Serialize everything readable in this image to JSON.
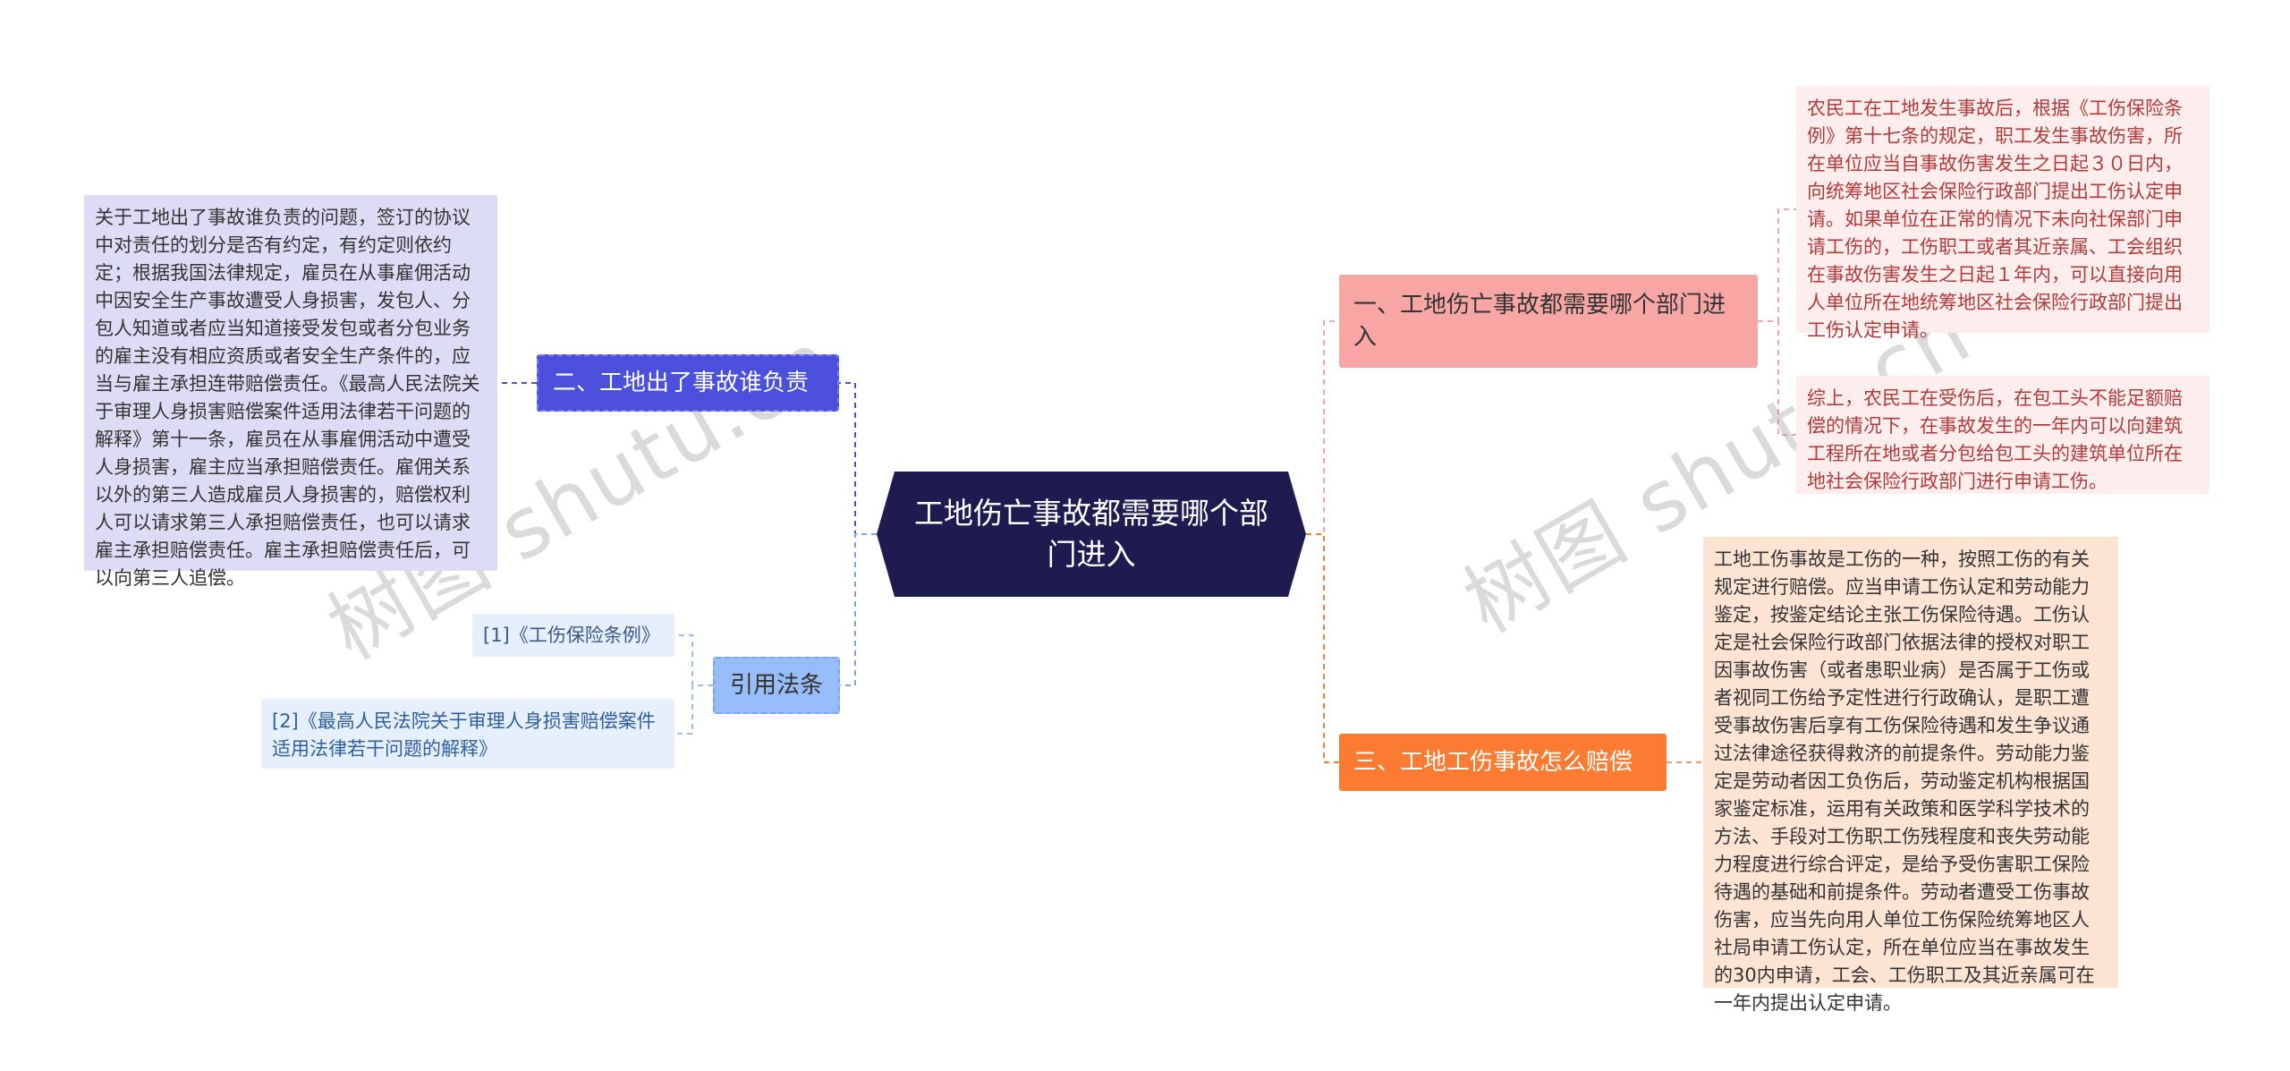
{
  "root": {
    "title": "工地伤亡事故都需要哪个部门进入"
  },
  "branches": {
    "b1": {
      "label": "一、工地伤亡事故都需要哪个部门进入"
    },
    "b2": {
      "label": "二、工地出了事故谁负责"
    },
    "b3": {
      "label": "三、工地工伤事故怎么赔偿"
    },
    "b4": {
      "label": "引用法条"
    }
  },
  "leaves": {
    "b1_1": "农民工在工地发生事故后，根据《工伤保险条例》第十七条的规定，职工发生事故伤害，所在单位应当自事故伤害发生之日起３０日内，向统筹地区社会保险行政部门提出工伤认定申请。如果单位在正常的情况下未向社保部门申请工伤的，工伤职工或者其近亲属、工会组织在事故伤害发生之日起１年内，可以直接向用人单位所在地统筹地区社会保险行政部门提出工伤认定申请。",
    "b1_2": "综上，农民工在受伤后，在包工头不能足额赔偿的情况下，在事故发生的一年内可以向建筑工程所在地或者分包给包工头的建筑单位所在地社会保险行政部门进行申请工伤。",
    "b2_1": "关于工地出了事故谁负责的问题，签订的协议中对责任的划分是否有约定，有约定则依约定；根据我国法律规定，雇员在从事雇佣活动中因安全生产事故遭受人身损害，发包人、分包人知道或者应当知道接受发包或者分包业务的雇主没有相应资质或者安全生产条件的，应当与雇主承担连带赔偿责任。《最高人民法院关于审理人身损害赔偿案件适用法律若干问题的解释》第十一条，雇员在从事雇佣活动中遭受人身损害，雇主应当承担赔偿责任。雇佣关系以外的第三人造成雇员人身损害的，赔偿权利人可以请求第三人承担赔偿责任，也可以请求雇主承担赔偿责任。雇主承担赔偿责任后，可以向第三人追偿。",
    "b3_1": "工地工伤事故是工伤的一种，按照工伤的有关规定进行赔偿。应当申请工伤认定和劳动能力鉴定，按鉴定结论主张工伤保险待遇。工伤认定是社会保险行政部门依据法律的授权对职工因事故伤害（或者患职业病）是否属于工伤或者视同工伤给予定性进行行政确认，是职工遭受事故伤害后享有工伤保险待遇和发生争议通过法律途径获得救济的前提条件。劳动能力鉴定是劳动者因工负伤后，劳动鉴定机构根据国家鉴定标准，运用有关政策和医学科学技术的方法、手段对工伤职工伤残程度和丧失劳动能力程度进行综合评定，是给予受伤害职工保险待遇的基础和前提条件。劳动者遭受工伤事故伤害，应当先向用人单位工伤保险统筹地区人社局申请工伤认定，所在单位应当在事故发生的30内申请，工会、工伤职工及其近亲属可在一年内提出认定申请。",
    "b4_1": "[1]《工伤保险条例》",
    "b4_2": "[2]《最高人民法院关于审理人身损害赔偿案件适用法律若干问题的解释》"
  },
  "watermark": {
    "left": "树图 shutu.cn",
    "right": "树图 shutu.cn"
  },
  "colors": {
    "root": "#1d1b4f",
    "branch1": "#f7a6a4",
    "branch2": "#4b50dc",
    "branch3": "#fb7b32",
    "branch4": "#98bcf7"
  }
}
